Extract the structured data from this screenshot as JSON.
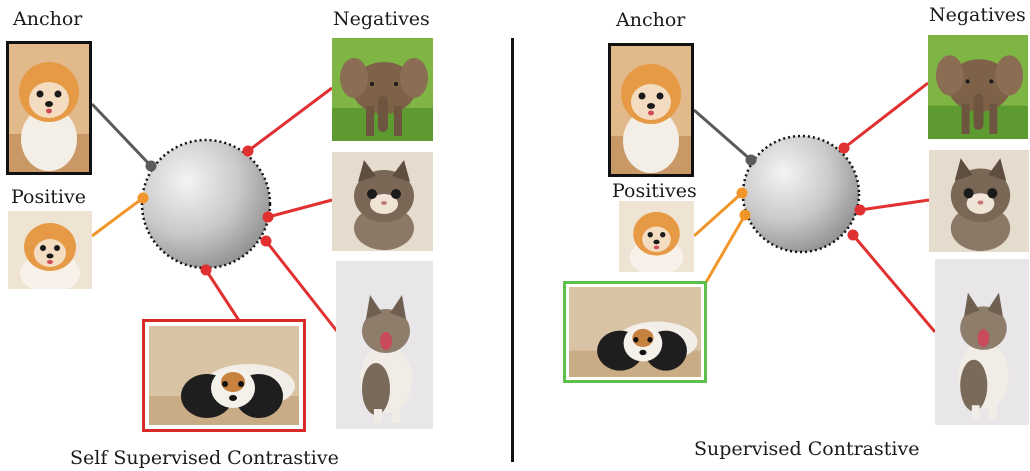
{
  "left_panel": {
    "anchor_label": "Anchor",
    "positive_label": "Positive",
    "negatives_label": "Negatives",
    "caption": "Self Supervised Contrastive",
    "images": {
      "anchor": "pomeranian-dog",
      "positive": "pomeranian-dog",
      "negatives": [
        "elephant",
        "tabby-kitten",
        "yawning-kitten"
      ],
      "extra_negative": "spaniel-dog"
    }
  },
  "right_panel": {
    "anchor_label": "Anchor",
    "positives_label": "Positives",
    "negatives_label": "Negatives",
    "caption": "Supervised Contrastive",
    "images": {
      "anchor": "pomeranian-dog",
      "positives": [
        "pomeranian-dog",
        "spaniel-dog"
      ],
      "negatives": [
        "elephant",
        "tabby-kitten",
        "yawning-kitten"
      ]
    }
  },
  "colors": {
    "anchor_link": "#5a5a5a",
    "positive_link": "#f0962a",
    "negative_link": "#e03030",
    "anchor_frame": "#111111",
    "negative_frame": "#d92a2a",
    "positive_frame": "#5cc04a"
  }
}
